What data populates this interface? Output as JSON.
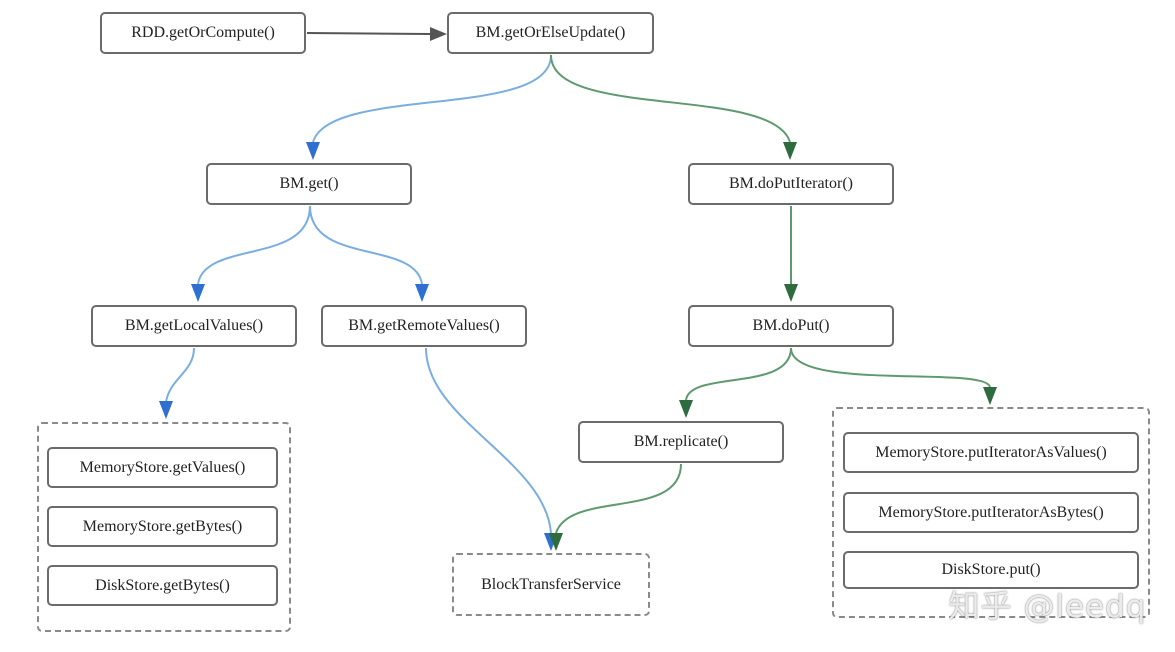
{
  "colors": {
    "blue_edge": "#7aaee0",
    "blue_arrow": "#2f6fcf",
    "green_edge": "#5e9a6e",
    "green_arrow": "#2e6b3f",
    "gray_edge": "#555555",
    "node_border": "#6b6b6b"
  },
  "nodes": {
    "rdd_get_or_compute": "RDD.getOrCompute()",
    "bm_get_or_else_update": "BM.getOrElseUpdate()",
    "bm_get": "BM.get()",
    "bm_do_put_iterator": "BM.doPutIterator()",
    "bm_get_local_values": "BM.getLocalValues()",
    "bm_get_remote_values": "BM.getRemoteValues()",
    "bm_do_put": "BM.doPut()",
    "bm_replicate": "BM.replicate()",
    "block_transfer_service": "BlockTransferService"
  },
  "local_store_group": {
    "items": [
      "MemoryStore.getValues()",
      "MemoryStore.getBytes()",
      "DiskStore.getBytes()"
    ]
  },
  "put_store_group": {
    "items": [
      "MemoryStore.putIteratorAsValues()",
      "MemoryStore.putIteratorAsBytes()",
      "DiskStore.put()"
    ]
  },
  "edges": [
    {
      "from": "rdd_get_or_compute",
      "to": "bm_get_or_else_update",
      "color": "gray"
    },
    {
      "from": "bm_get_or_else_update",
      "to": "bm_get",
      "color": "blue"
    },
    {
      "from": "bm_get_or_else_update",
      "to": "bm_do_put_iterator",
      "color": "green"
    },
    {
      "from": "bm_get",
      "to": "bm_get_local_values",
      "color": "blue"
    },
    {
      "from": "bm_get",
      "to": "bm_get_remote_values",
      "color": "blue"
    },
    {
      "from": "bm_get_local_values",
      "to": "local_store_group",
      "color": "blue"
    },
    {
      "from": "bm_get_remote_values",
      "to": "block_transfer_service",
      "color": "blue"
    },
    {
      "from": "bm_do_put_iterator",
      "to": "bm_do_put",
      "color": "green"
    },
    {
      "from": "bm_do_put",
      "to": "bm_replicate",
      "color": "green"
    },
    {
      "from": "bm_do_put",
      "to": "put_store_group",
      "color": "green"
    },
    {
      "from": "bm_replicate",
      "to": "block_transfer_service",
      "color": "green"
    }
  ],
  "watermark": "知乎 @leedq"
}
